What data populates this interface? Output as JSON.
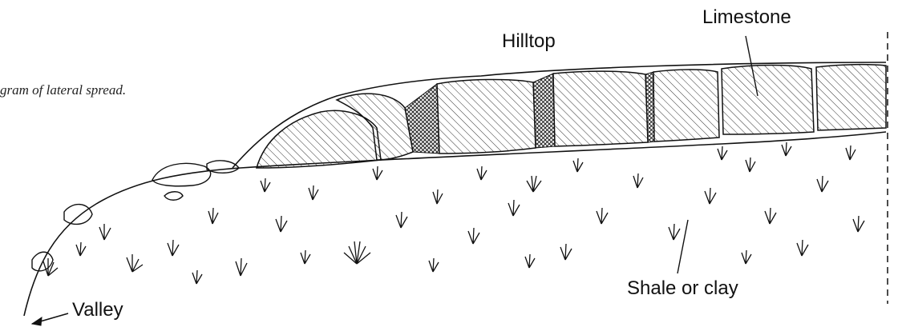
{
  "caption": "gram of lateral spread.",
  "labels": {
    "hilltop": "Hilltop",
    "limestone": "Limestone",
    "shale": "Shale or clay",
    "valley": "Valley"
  },
  "colors": {
    "ink": "#111111",
    "paper": "#ffffff"
  }
}
